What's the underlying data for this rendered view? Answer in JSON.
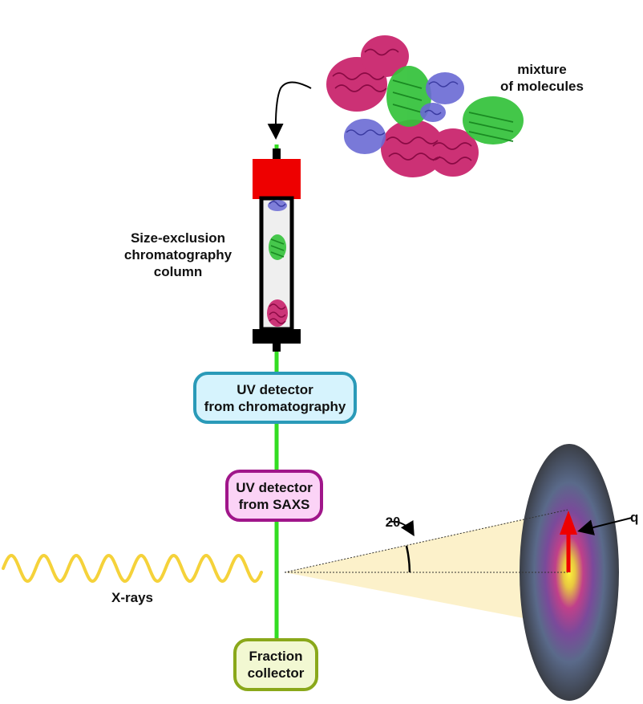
{
  "labels": {
    "mixture_line1": "mixture",
    "mixture_line2": "of molecules",
    "sec_line1": "Size-exclusion",
    "sec_line2": "chromatography",
    "sec_line3": "column",
    "xrays": "X-rays",
    "two_theta": "2θ",
    "q": "q"
  },
  "boxes": {
    "uv_chrom_line1": "UV detector",
    "uv_chrom_line2": "from chromatography",
    "uv_saxs_line1": "UV detector",
    "uv_saxs_line2": "from SAXS",
    "fraction_line1": "Fraction",
    "fraction_line2": "collector"
  },
  "colors": {
    "flow_line": "#33dd22",
    "column_cap": "#ee0000",
    "uv_chrom_fill": "#d6f3fd",
    "uv_chrom_border": "#2a9ab8",
    "uv_saxs_fill": "#fbd3f6",
    "uv_saxs_border": "#a0168a",
    "fraction_fill": "#f2f8d2",
    "fraction_border": "#8aa81a",
    "xray_wave": "#f5d23a",
    "beam_cone": "#fcefc4",
    "q_vector": "#ee0000",
    "protein_magenta": "#c8206a",
    "protein_green": "#33c23a",
    "protein_blue": "#6a6ad4"
  }
}
